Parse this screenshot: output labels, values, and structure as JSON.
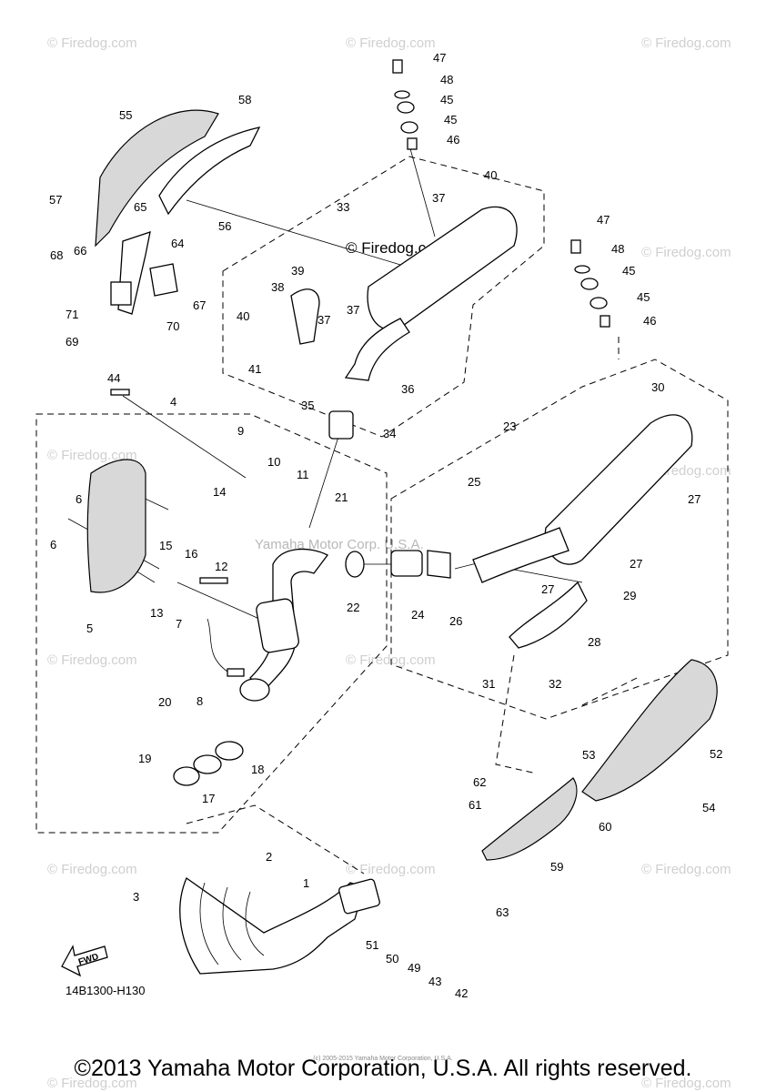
{
  "watermark": "© Firedog.com",
  "center_watermark": "© Firedog.com",
  "mid_watermark": "Yamaha Motor Corp. U.S.A.",
  "diagram_code": "14B1300-H130",
  "fwd_label": "FWD",
  "copyright": "©2013 Yamaha Motor Corporation, U.S.A. All rights reserved.",
  "tiny_credit": "(c) 2005-2015 Yamaha Motor Corporation, U.S.A.",
  "part_numbers": {
    "p1": "1",
    "p2": "2",
    "p3": "3",
    "p4": "4",
    "p5": "5",
    "p6a": "6",
    "p6b": "6",
    "p7": "7",
    "p8": "8",
    "p9": "9",
    "p10": "10",
    "p11": "11",
    "p12": "12",
    "p13": "13",
    "p14": "14",
    "p15": "15",
    "p16": "16",
    "p17": "17",
    "p18": "18",
    "p19": "19",
    "p20": "20",
    "p21": "21",
    "p22": "22",
    "p23": "23",
    "p24": "24",
    "p25": "25",
    "p26": "26",
    "p27a": "27",
    "p27b": "27",
    "p27c": "27",
    "p28": "28",
    "p29": "29",
    "p30": "30",
    "p31": "31",
    "p32": "32",
    "p33": "33",
    "p34": "34",
    "p35": "35",
    "p36": "36",
    "p37a": "37",
    "p37b": "37",
    "p37c": "37",
    "p38": "38",
    "p39": "39",
    "p40a": "40",
    "p40b": "40",
    "p41": "41",
    "p42": "42",
    "p43": "43",
    "p44": "44",
    "p45a": "45",
    "p45b": "45",
    "p45c": "45",
    "p45d": "45",
    "p46a": "46",
    "p46b": "46",
    "p47a": "47",
    "p47b": "47",
    "p48a": "48",
    "p48b": "48",
    "p49": "49",
    "p50": "50",
    "p51": "51",
    "p52": "52",
    "p53": "53",
    "p54": "54",
    "p55": "55",
    "p56": "56",
    "p57": "57",
    "p58": "58",
    "p59": "59",
    "p60": "60",
    "p61": "61",
    "p62": "62",
    "p63": "63",
    "p64": "64",
    "p65": "65",
    "p66": "66",
    "p67": "67",
    "p68": "68",
    "p69": "69",
    "p70": "70",
    "p71": "71"
  }
}
